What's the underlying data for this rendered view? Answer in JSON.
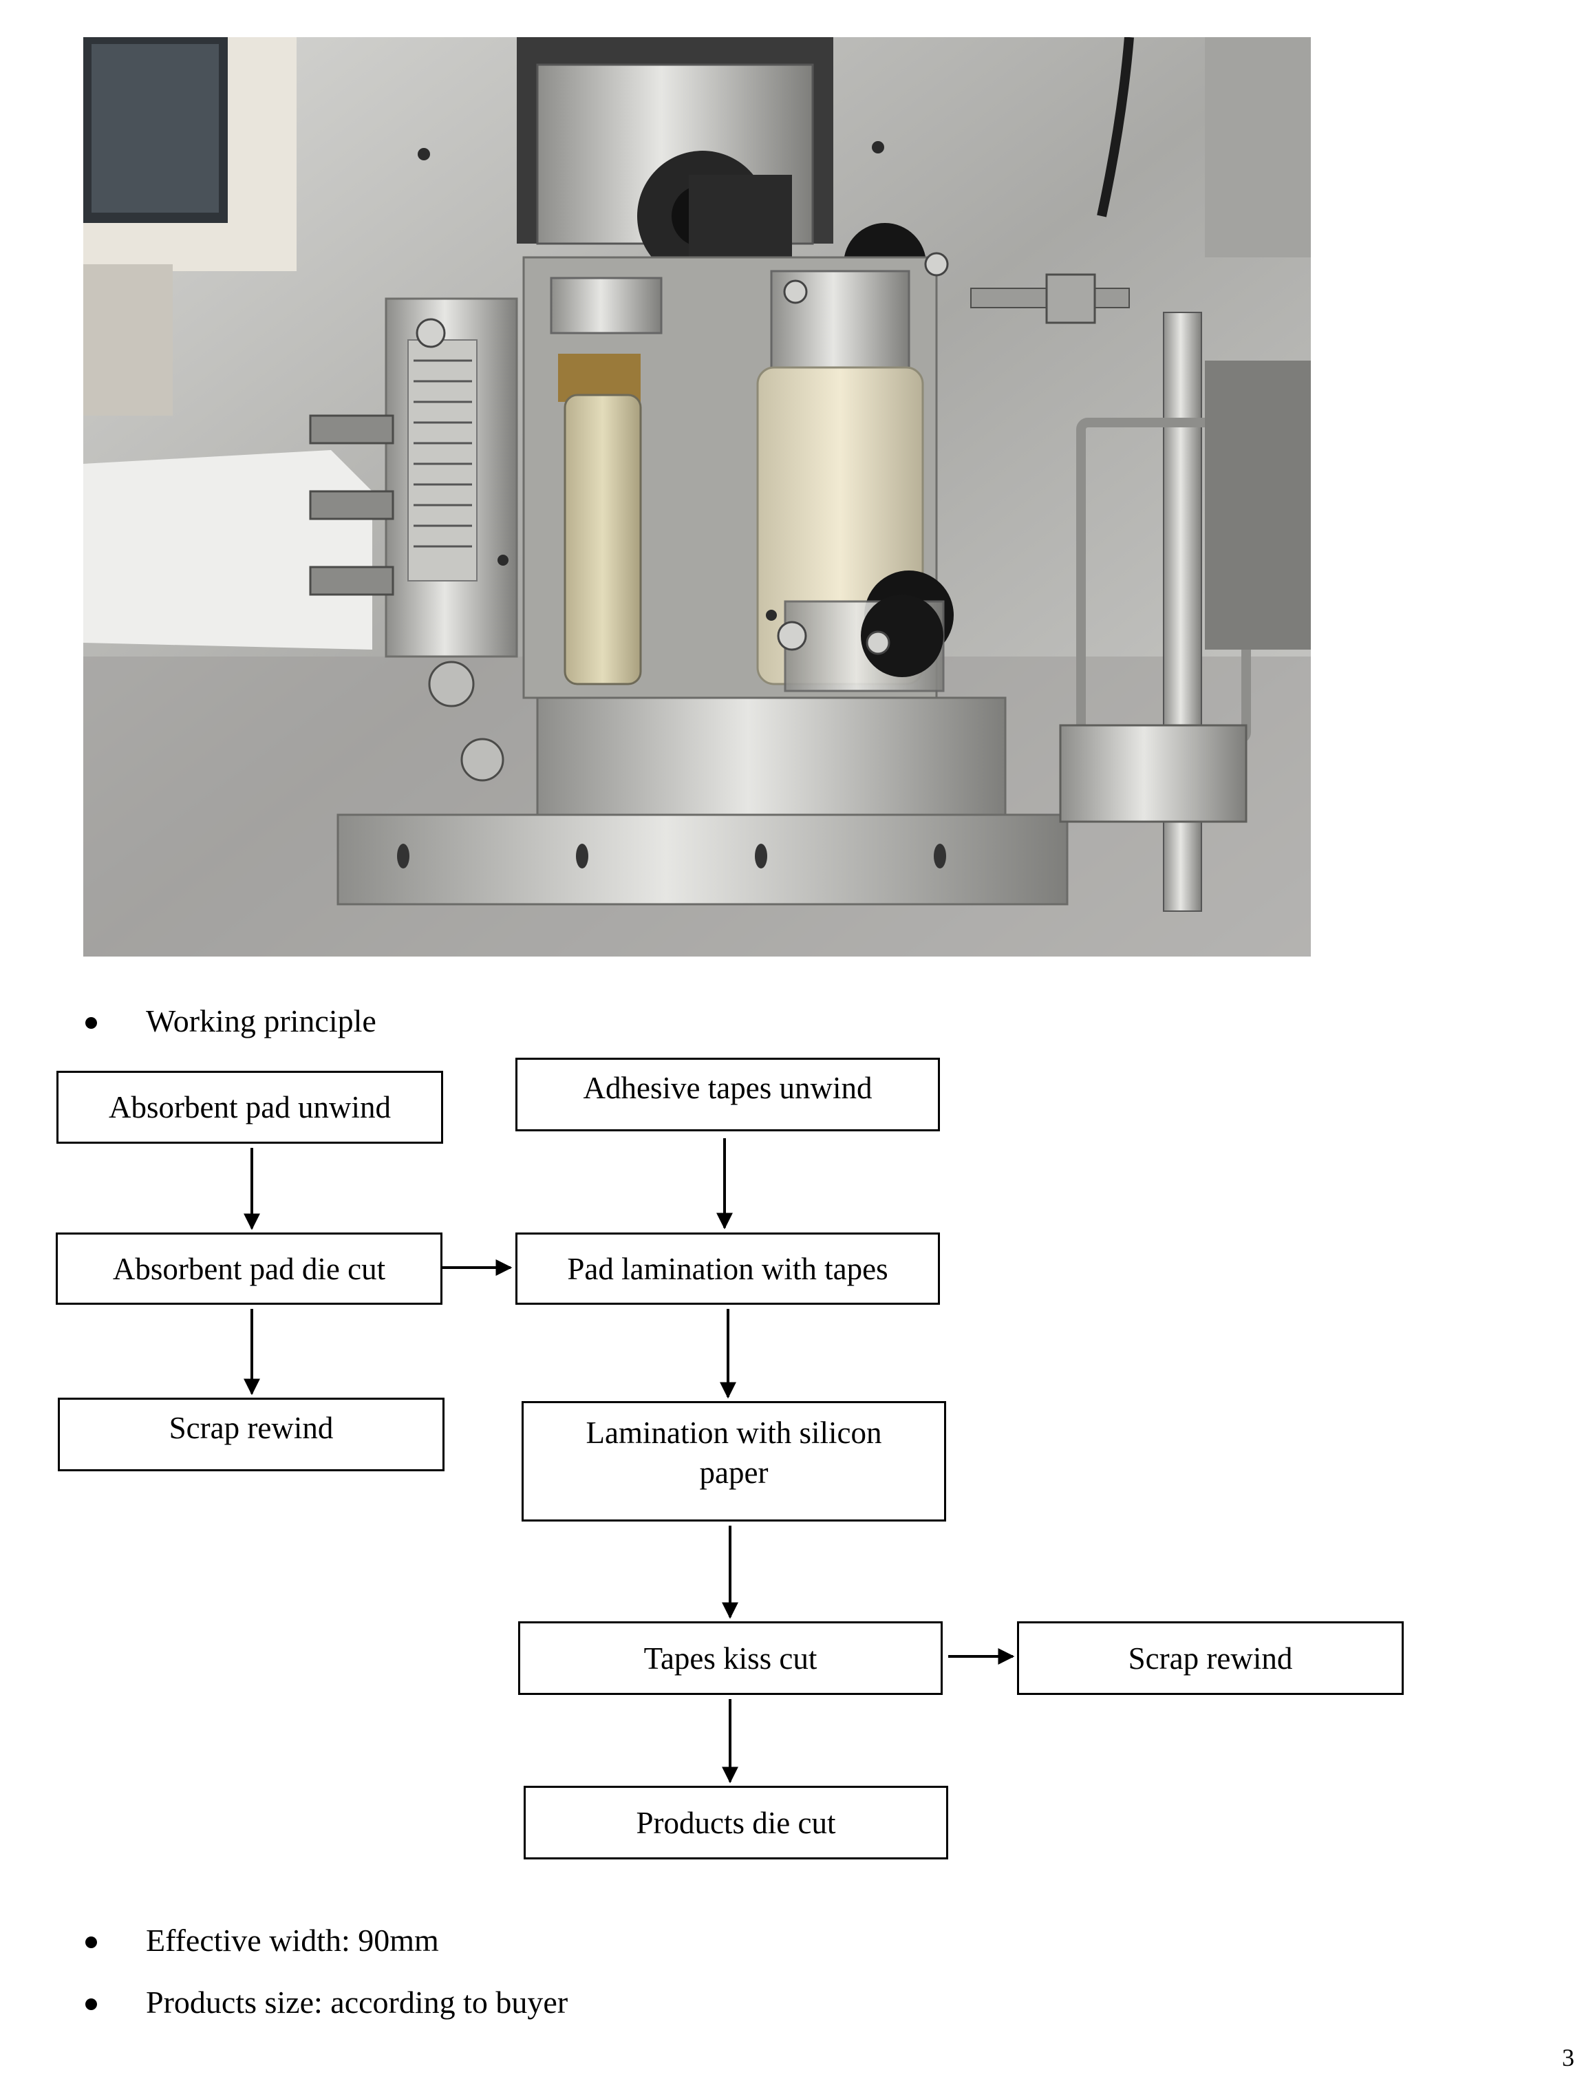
{
  "bullets": {
    "working_principle": "Working principle",
    "effective_width": "Effective width: 90mm",
    "products_size": "Products size: according to buyer"
  },
  "flowchart": {
    "absorbent_pad_unwind": "Absorbent pad unwind",
    "adhesive_tapes_unwind": "Adhesive tapes unwind",
    "absorbent_pad_die_cut": "Absorbent pad die cut",
    "pad_lamination_with_tapes": "Pad lamination with tapes",
    "scrap_rewind_left": "Scrap rewind",
    "lamination_with_silicon_paper_line1": "Lamination with silicon",
    "lamination_with_silicon_paper_line2": "paper",
    "tapes_kiss_cut": "Tapes kiss cut",
    "scrap_rewind_right": "Scrap rewind",
    "products_die_cut": "Products die cut"
  },
  "page_number": "3"
}
